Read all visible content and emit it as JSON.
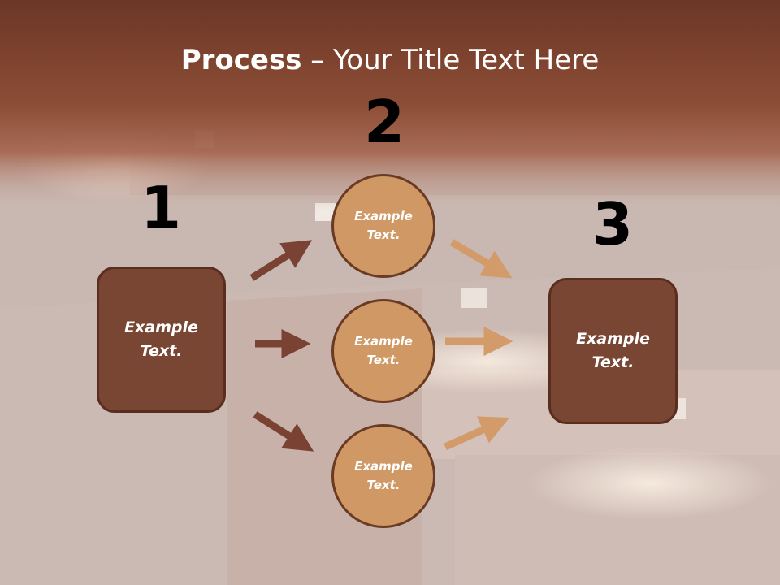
{
  "slide": {
    "title_bold": "Process",
    "title_rest": " – Your Title Text Here"
  },
  "steps": {
    "step1_number": "1",
    "step2_number": "2",
    "step3_number": "3"
  },
  "nodes": {
    "source_box": "Example Text.",
    "circle_top": "Example Text.",
    "circle_middle": "Example Text.",
    "circle_bottom": "Example Text.",
    "target_box": "Example Text."
  },
  "colors": {
    "title_band": "#7a3f2a",
    "box_fill": "#7a4634",
    "box_border": "#5a2e1f",
    "circle_fill": "#cf9865",
    "circle_border": "#6a3a22",
    "arrow_dark": "#7a4232",
    "arrow_light": "#d39a6a"
  }
}
